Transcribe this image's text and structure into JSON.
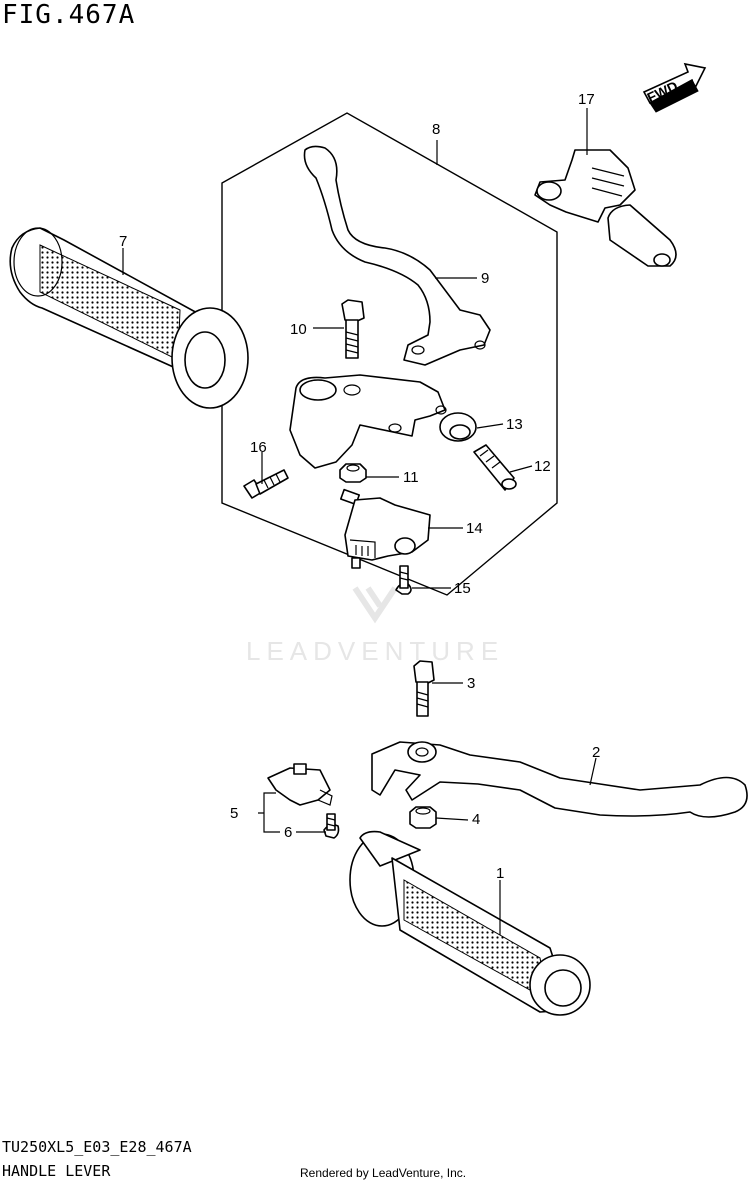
{
  "figure": {
    "title": "FIG.467A",
    "model_code": "TU250XL5_E03_E28_467A",
    "section_name": "HANDLE LEVER",
    "rendered_by": "Rendered by LeadVenture, Inc.",
    "watermark": "LEADVENTURE",
    "fwd_label": "FWD"
  },
  "callouts": [
    {
      "id": "1",
      "label": "1"
    },
    {
      "id": "2",
      "label": "2"
    },
    {
      "id": "3",
      "label": "3"
    },
    {
      "id": "4",
      "label": "4"
    },
    {
      "id": "5",
      "label": "5"
    },
    {
      "id": "6",
      "label": "6"
    },
    {
      "id": "7",
      "label": "7"
    },
    {
      "id": "8",
      "label": "8"
    },
    {
      "id": "9",
      "label": "9"
    },
    {
      "id": "10",
      "label": "10"
    },
    {
      "id": "11",
      "label": "11"
    },
    {
      "id": "12",
      "label": "12"
    },
    {
      "id": "13",
      "label": "13"
    },
    {
      "id": "14",
      "label": "14"
    },
    {
      "id": "15",
      "label": "15"
    },
    {
      "id": "16",
      "label": "16"
    },
    {
      "id": "17",
      "label": "17"
    }
  ]
}
